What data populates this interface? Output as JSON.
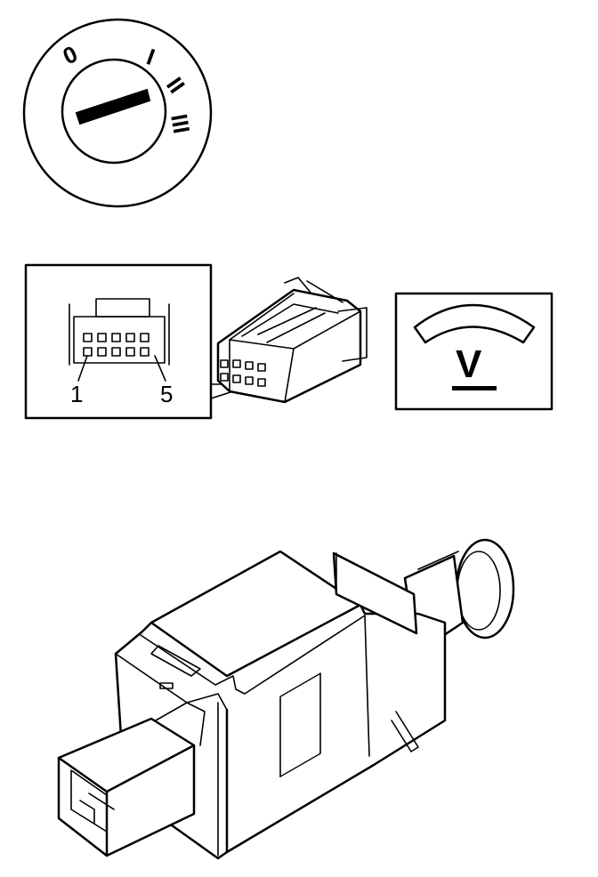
{
  "ignition": {
    "positions": [
      "0",
      "I",
      "II",
      "III"
    ]
  },
  "connector_detail": {
    "pin_start_label": "1",
    "pin_end_label": "5"
  },
  "voltmeter": {
    "symbol": "V"
  },
  "icons": [
    "ignition-switch-icon",
    "connector-pin-diagram",
    "voltmeter-icon",
    "brake-light-switch-icon"
  ]
}
